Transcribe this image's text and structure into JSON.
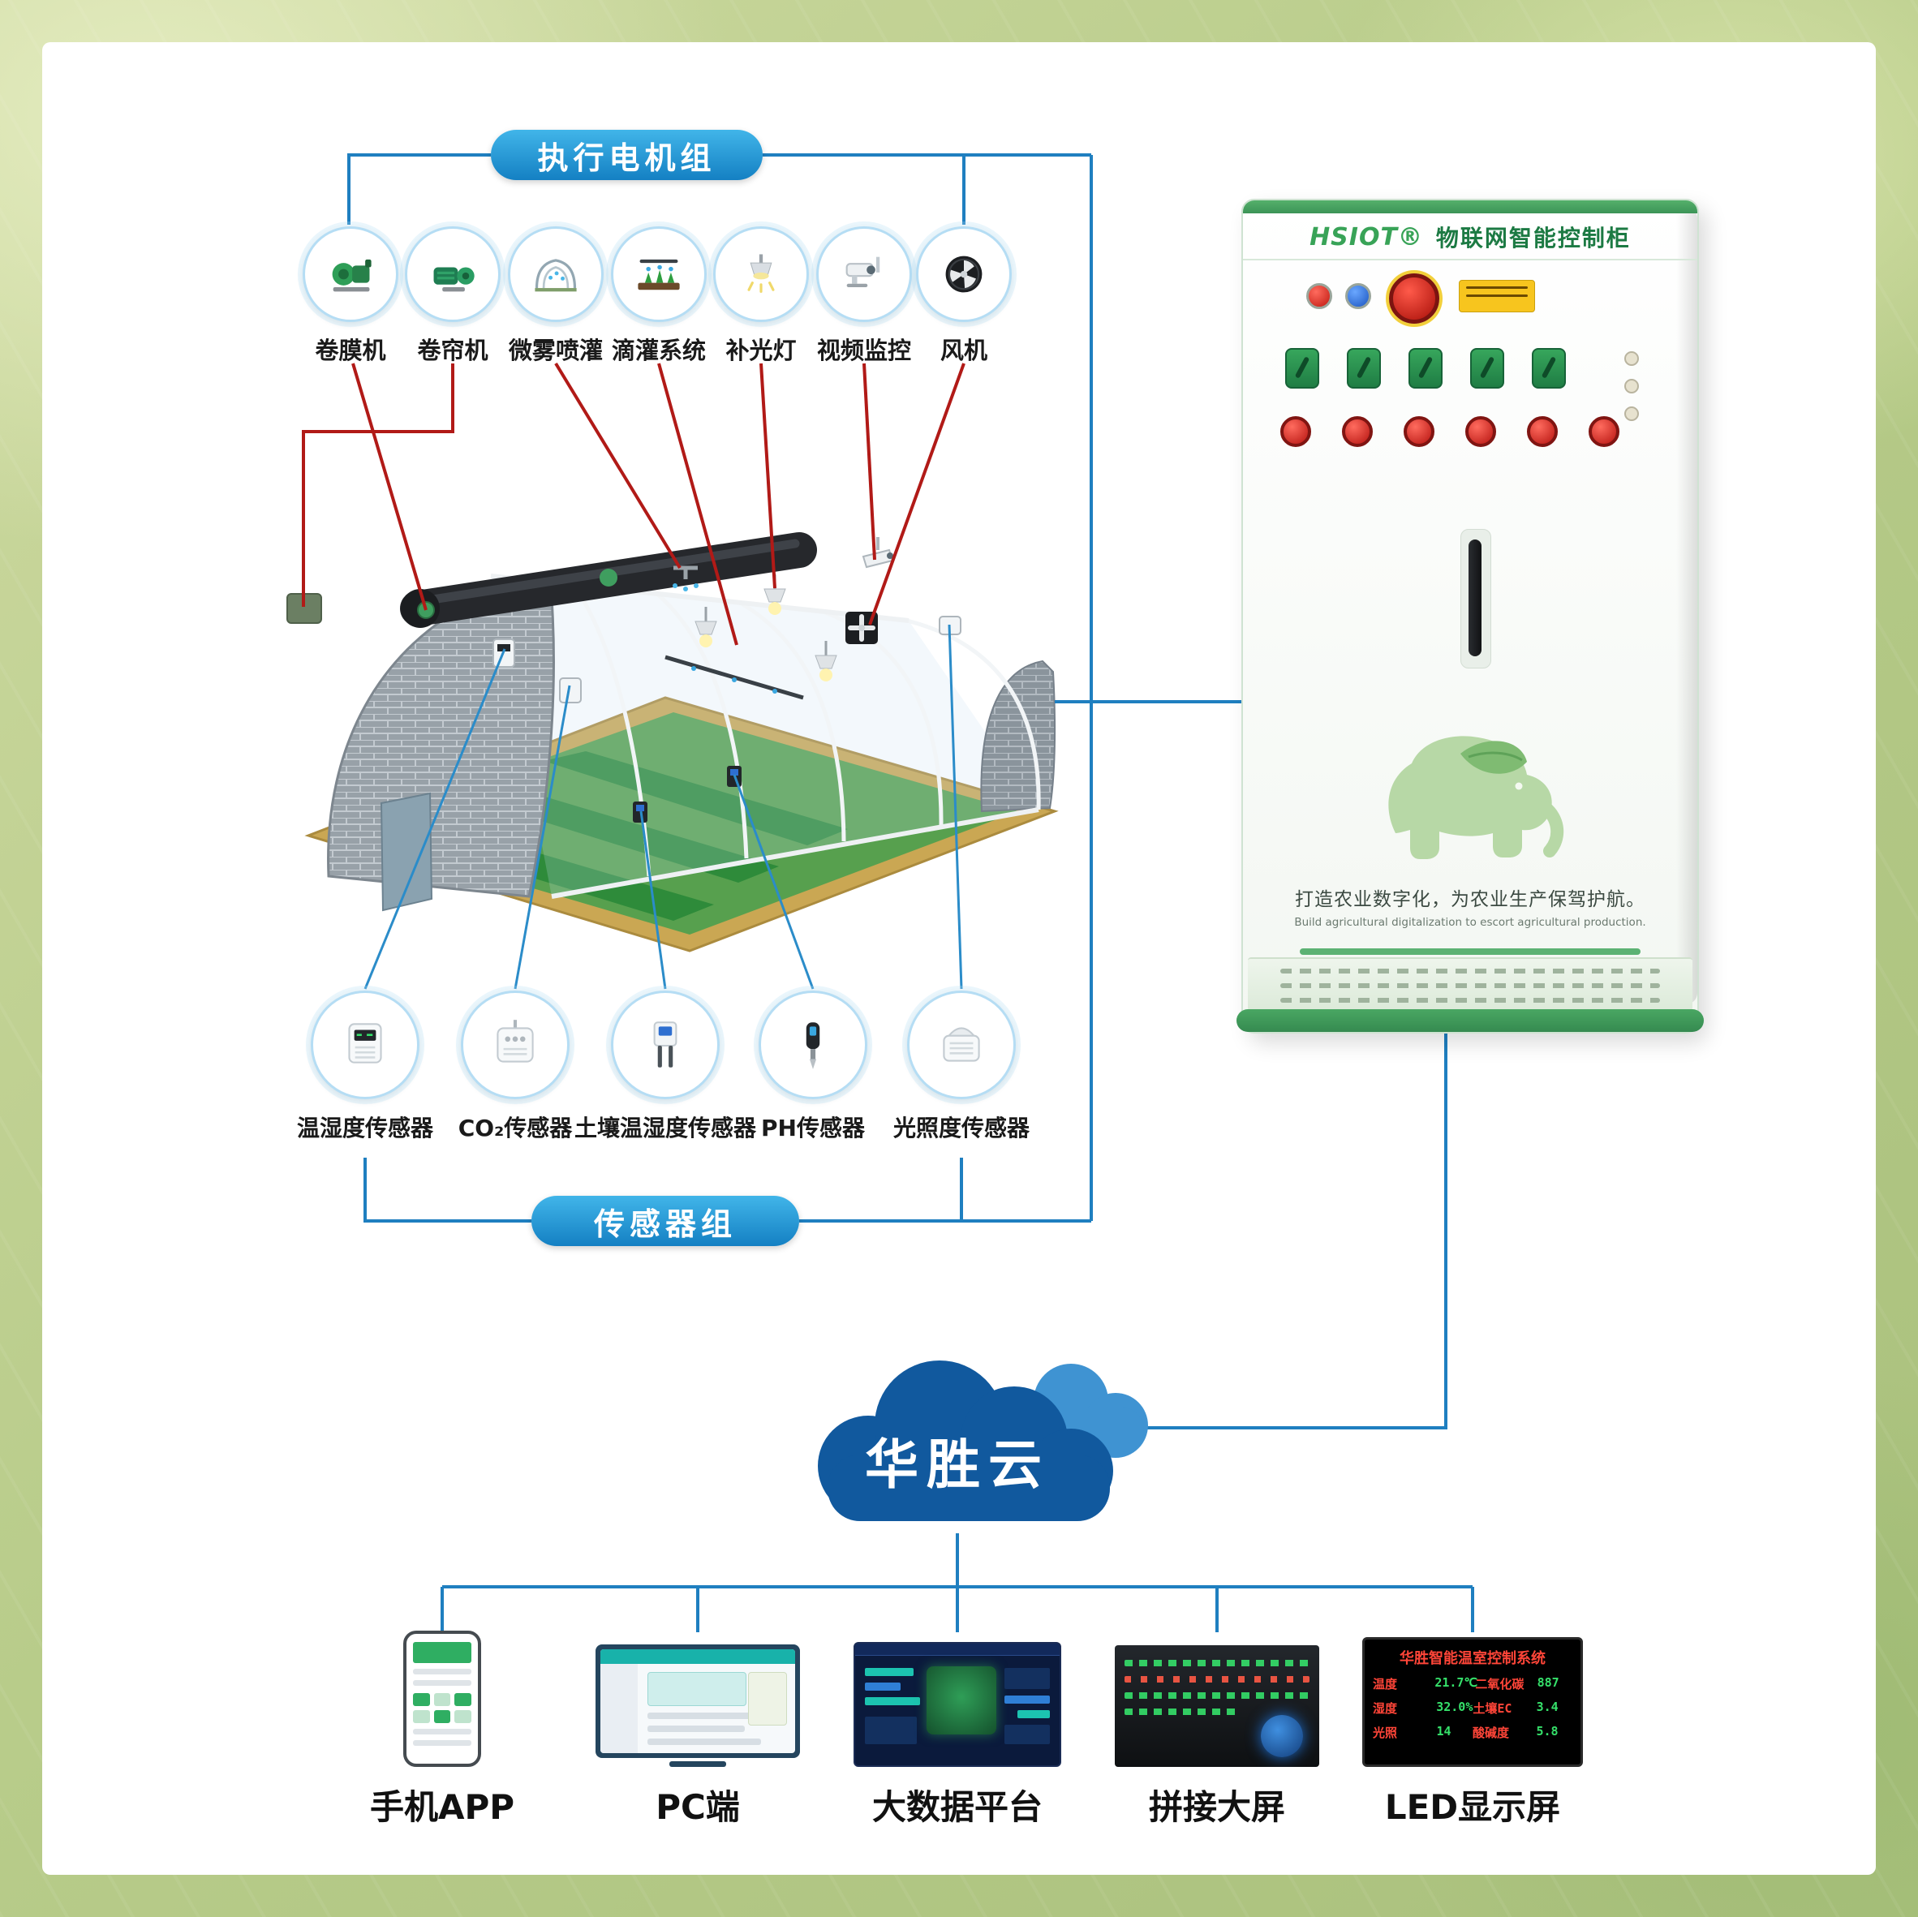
{
  "actuator_group": {
    "label": "执行电机组",
    "items": [
      {
        "name": "卷膜机",
        "icon": "film-roller-motor-icon"
      },
      {
        "name": "卷帘机",
        "icon": "curtain-roller-motor-icon"
      },
      {
        "name": "微雾喷灌",
        "icon": "mist-spray-icon"
      },
      {
        "name": "滴灌系统",
        "icon": "drip-irrigation-icon"
      },
      {
        "name": "补光灯",
        "icon": "grow-light-icon"
      },
      {
        "name": "视频监控",
        "icon": "cctv-camera-icon"
      },
      {
        "name": "风机",
        "icon": "exhaust-fan-icon"
      }
    ]
  },
  "sensor_group": {
    "label": "传感器组",
    "items": [
      {
        "name": "温湿度传感器",
        "icon": "temp-humidity-sensor-icon"
      },
      {
        "name": "CO₂传感器",
        "icon": "co2-sensor-icon"
      },
      {
        "name": "土壤温湿度传感器",
        "icon": "soil-sensor-icon"
      },
      {
        "name": "PH传感器",
        "icon": "ph-sensor-icon"
      },
      {
        "name": "光照度传感器",
        "icon": "light-sensor-icon"
      }
    ]
  },
  "cabinet": {
    "brand": "HSIOT®",
    "title": "物联网智能控制柜",
    "slogan_cn": "打造农业数字化，为农业生产保驾护航。",
    "slogan_en": "Build agricultural digitalization to escort agricultural production."
  },
  "cloud": {
    "label": "华胜云"
  },
  "terminals": [
    {
      "name": "手机APP",
      "icon": "smartphone-icon"
    },
    {
      "name": "PC端",
      "icon": "desktop-monitor-icon"
    },
    {
      "name": "大数据平台",
      "icon": "bigdata-dashboard-icon"
    },
    {
      "name": "拼接大屏",
      "icon": "video-wall-icon"
    },
    {
      "name": "LED显示屏",
      "icon": "led-panel-icon"
    }
  ],
  "led_screen": {
    "title": "华胜智能温室控制系统",
    "rows": [
      [
        "温度",
        "21.7℃",
        "二氧化碳",
        "887"
      ],
      [
        "湿度",
        "32.0%",
        "土壤EC",
        "3.4"
      ],
      [
        "光照",
        "14",
        "酸碱度",
        "5.8"
      ]
    ]
  },
  "colors": {
    "line_blue": "#1f7fc0",
    "line_red": "#b11a17",
    "pill_blue": "#1480c3",
    "cabinet_green": "#49a45e",
    "cloud_blue": "#11599e"
  }
}
